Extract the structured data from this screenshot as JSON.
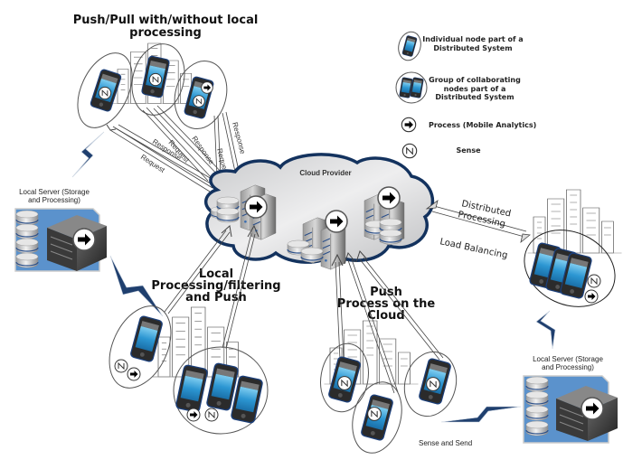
{
  "titles": {
    "push_pull": [
      "Push/Pull with/without local",
      "processing"
    ],
    "local_processing": [
      "Local",
      "Processing/filtering",
      "and Push"
    ],
    "push_cloud": [
      "Push",
      "Process on the",
      "Cloud"
    ]
  },
  "cloud": {
    "label": "Cloud Provider"
  },
  "legend": {
    "individual_node": [
      "Individual node part of a",
      "Distributed System"
    ],
    "group_nodes": [
      "Group of collaborating",
      "nodes part of a",
      "Distributed System"
    ],
    "process": "Process (Mobile Analytics)",
    "sense": "Sense"
  },
  "local_server_left": {
    "label": [
      "Local Server (Storage",
      "and Processing)"
    ]
  },
  "local_server_right": {
    "label": [
      "Local Server (Storage",
      "and Processing)"
    ]
  },
  "arrow_labels": {
    "request_1": "Request",
    "response_1": "Response",
    "request_2": "Request",
    "response_2": "Response",
    "request_3": "Request",
    "response_3": "Response"
  },
  "distributed": {
    "line1": "Distributed",
    "line2": "Processing",
    "load_balancing": "Load Balancing"
  },
  "sense_and_send": "Sense and Send",
  "icons": {
    "process": "arrow-right-icon",
    "sense": "sense-n-icon",
    "node": "smartphone-icon",
    "server": "server-icon",
    "database": "database-icon"
  },
  "colors": {
    "phone_screen": "#3a9fd6",
    "phone_border": "#1b3f7a",
    "cloud_fill": "#d9dadc",
    "cloud_border": "#13325e",
    "server_bg": "#5b92cc",
    "bolt": "#1f3f6e"
  }
}
